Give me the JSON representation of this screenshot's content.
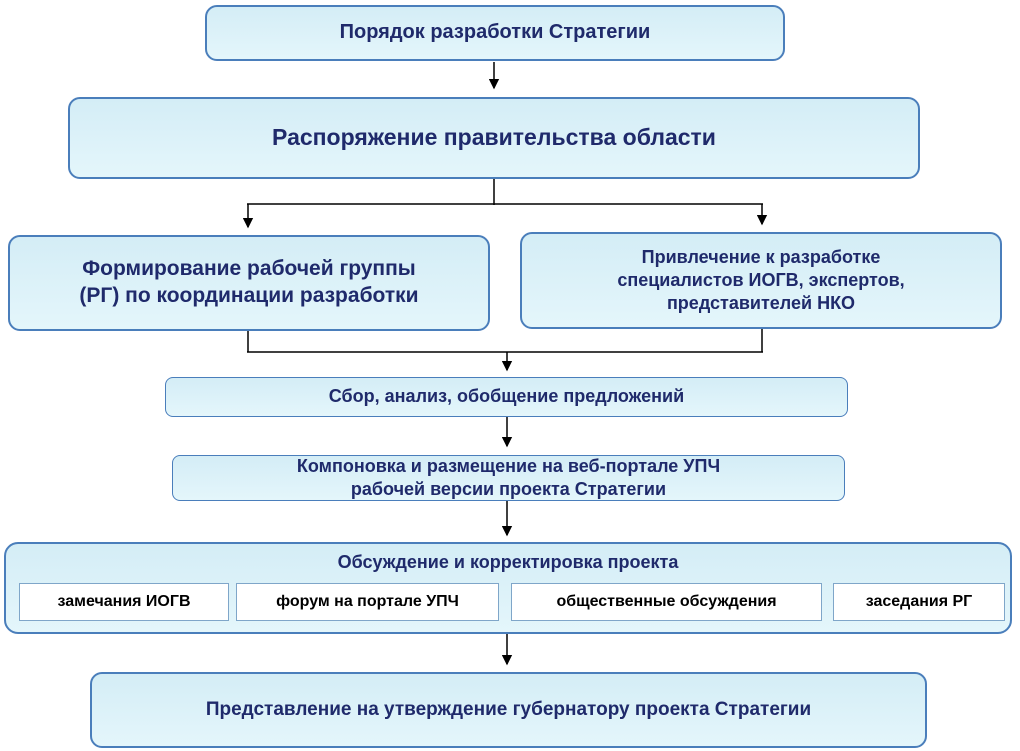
{
  "colors": {
    "background": "#ffffff",
    "box_fill_top": "#d4edf6",
    "box_fill_bottom": "#e4f6fb",
    "box_border": "#4a7ebb",
    "navy_text": "#1f2a6b",
    "sub_box_fill": "#ffffff",
    "sub_box_border": "#7fa6c9",
    "sub_box_text": "#000000",
    "connector": "#000000"
  },
  "flowchart": {
    "nodes": {
      "order_title": "Порядок разработки Стратегии",
      "government_decree": "Распоряжение правительства области",
      "working_group": "Формирование рабочей группы\n(РГ) по координации разработки",
      "specialists": "Привлечение к разработке\nспециалистов ИОГВ, экспертов,\nпредставителей НКО",
      "collection": "Сбор, анализ, обобщение предложений",
      "web_portal": "Компоновка и размещение на веб-портале УПЧ\nрабочей версии проекта Стратегии",
      "discussion_title": "Обсуждение и корректировка проекта",
      "governor_approval": "Представление на утверждение губернатору проекта Стратегии"
    },
    "discussion_items": [
      "замечания ИОГВ",
      "форум на портале УПЧ",
      "общественные обсуждения",
      "заседания РГ"
    ]
  }
}
